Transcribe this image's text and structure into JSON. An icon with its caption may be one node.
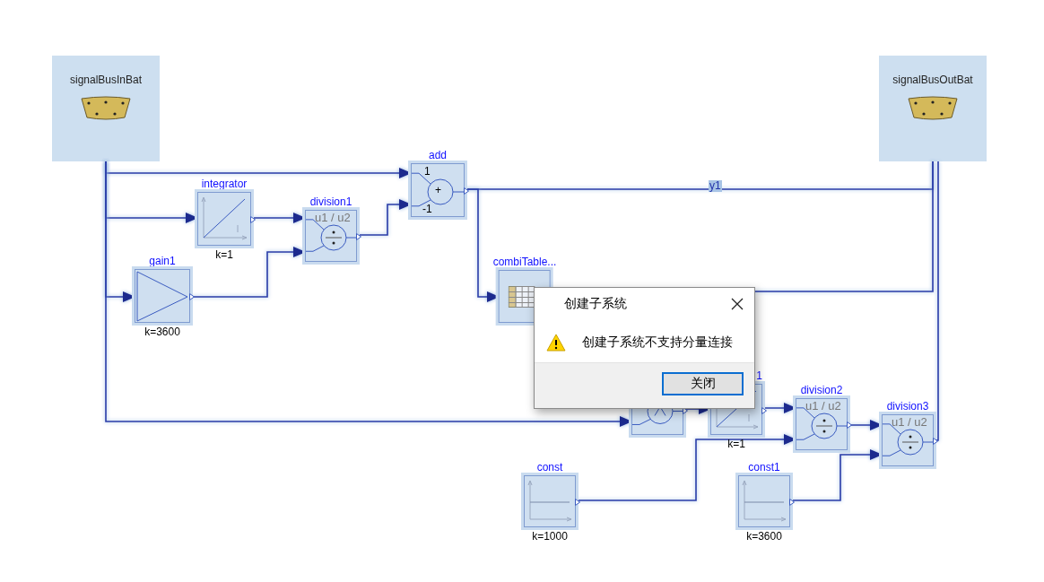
{
  "diagram": {
    "nodes": [
      {
        "text": [
          "signalBusInBat"
        ]
      },
      {
        "text": [
          "signalBusOutBat"
        ]
      },
      {
        "text": [
          "add",
          "1",
          "+",
          "-1"
        ]
      },
      {
        "text": [
          "integrator"
        ],
        "beside": [
          "k=1"
        ]
      },
      {
        "text": [
          "division1",
          "u1 / u2"
        ]
      },
      {
        "text": [
          "gain1"
        ],
        "beside": [
          "k=3600"
        ]
      },
      {
        "text": [
          "combiTable..."
        ]
      },
      {
        "text": [],
        "shape": "box"
      },
      {
        "text": [
          "1"
        ],
        "beside": [
          "k=1"
        ]
      },
      {
        "text": [
          "division2",
          "u1 / u2"
        ]
      },
      {
        "text": [
          "division3",
          "u1 / u2"
        ]
      },
      {
        "text": [
          "const"
        ],
        "beside": [
          "k=1000"
        ]
      },
      {
        "text": [
          "const1"
        ],
        "beside": [
          "k=3600"
        ]
      },
      {
        "text": [
          "创建子系统",
          "创建子系统不支持分量连接"
        ]
      },
      {
        "text": [
          "关闭"
        ],
        "in": 13
      }
    ],
    "edges": [
      {
        "from": 0,
        "to": 2,
        "arrow": "to"
      },
      {
        "from": 0,
        "to": 3,
        "arrow": "to"
      },
      {
        "from": 0,
        "to": 5,
        "arrow": "to"
      },
      {
        "from": 0,
        "to": 7,
        "arrow": "to"
      },
      {
        "from": 3,
        "to": 4,
        "arrow": "to"
      },
      {
        "from": 5,
        "to": 4,
        "arrow": "to"
      },
      {
        "from": 4,
        "to": 2,
        "arrow": "to"
      },
      {
        "from": 2,
        "to": 1,
        "arrow": "none",
        "label": "y1"
      },
      {
        "from": 2,
        "to": 6,
        "arrow": "to"
      },
      {
        "from": 6,
        "to": 1,
        "arrow": "none"
      },
      {
        "from": 7,
        "to": 8,
        "arrow": "to"
      },
      {
        "from": 8,
        "to": 9,
        "arrow": "to"
      },
      {
        "from": 11,
        "to": 9,
        "arrow": "to"
      },
      {
        "from": 9,
        "to": 10,
        "arrow": "to"
      },
      {
        "from": 12,
        "to": 10,
        "arrow": "to"
      },
      {
        "from": 10,
        "to": 1,
        "arrow": "none"
      }
    ]
  }
}
